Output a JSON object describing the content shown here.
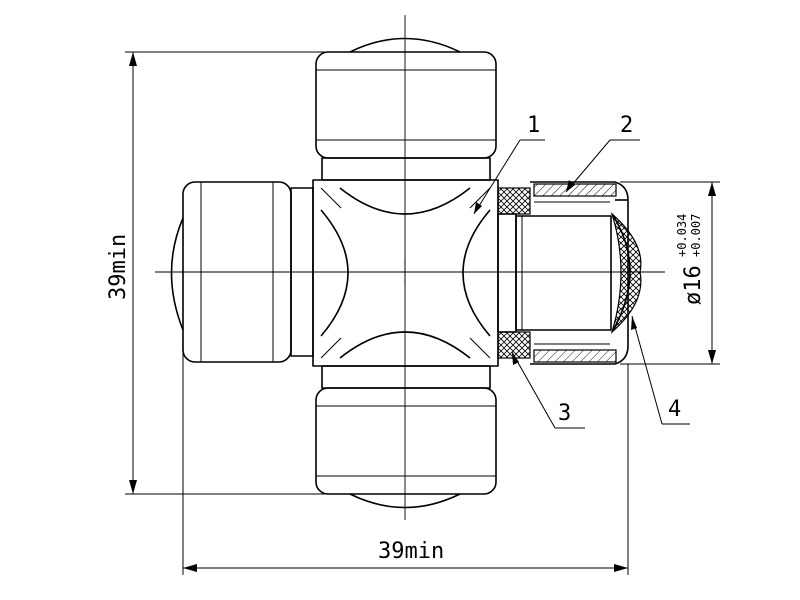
{
  "dimensions": {
    "height": "39min",
    "width": "39min",
    "diameter_main": "ø16",
    "diameter_tol_upper": "+0.034",
    "diameter_tol_lower": "+0.007"
  },
  "callouts": [
    "1",
    "2",
    "3",
    "4"
  ]
}
